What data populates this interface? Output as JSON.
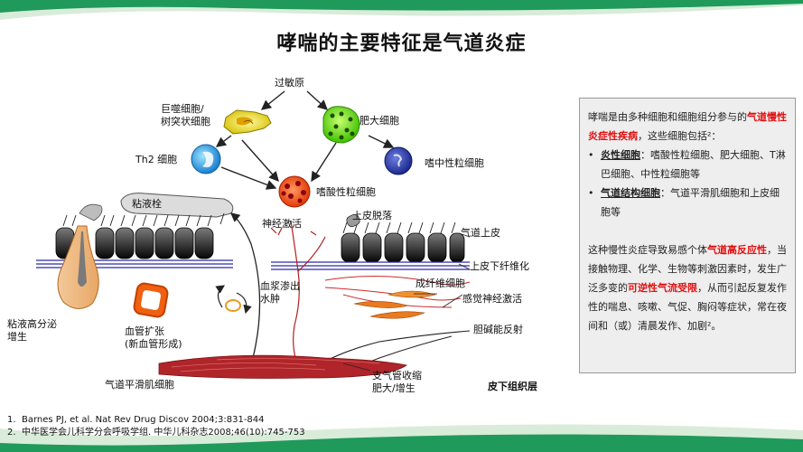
{
  "title": "哮喘的主要特征是气道炎症",
  "diagram": {
    "allergen": "过敏原",
    "macrophage": "巨噬细胞/\n树突状细胞",
    "mast_cell": "肥大细胞",
    "th2": "Th2 细胞",
    "neutrophil": "嗜中性粒细胞",
    "eosinophil": "嗜酸性粒细胞",
    "mucus_plug": "粘液栓",
    "nerve_activation": "神经激活",
    "epithelial_shedding": "上皮脱落",
    "airway_epithelium": "气道上皮",
    "subepithelial_fibrosis": "上皮下纤维化",
    "plasma_exudation": "血浆渗出\n水肿",
    "fibroblast": "成纤维细胞",
    "sensory_nerve": "感觉神经激活",
    "gland_hyperplasia": "粘液高分泌\n增生",
    "vasodilation": "血管扩张\n(新血管形成)",
    "cholinergic_reflex": "胆碱能反射",
    "smooth_muscle": "气道平滑肌细胞",
    "bronchoconstriction": "支气管收缩\n肥大/增生",
    "submucosa": "皮下组织层"
  },
  "side_panel": {
    "intro_1": "哮喘是由多种细胞和细胞组分参与的",
    "intro_2_red": "气道慢性炎症性疾病",
    "intro_2_rest": "，这些细胞包括²：",
    "b1_label": "炎性细胞",
    "b1_text": "：嗜酸性粒细胞、肥大细胞、T淋巴细胞、中性粒细胞等",
    "b2_label": "气道结构细胞",
    "b2_text": "：气道平滑肌细胞和上皮细胞等",
    "p2_a": "这种慢性炎症导致易感个体",
    "p2_b_red": "气道高反应性",
    "p2_c": "，当接触物理、化学、生物等刺激因素时，发生广泛多变的",
    "p2_d_red": "可逆性气流受限",
    "p2_e": "，从而引起反复发作性的喘息、咳嗽、气促、胸闷等症状，常在夜间和（或）清晨发作、加剧²。"
  },
  "references": [
    {
      "num": "1.",
      "text": "Barnes PJ, et al. Nat Rev Drug Discov 2004;3:831-844"
    },
    {
      "num": "2.",
      "text": "中华医学会儿科学分会呼吸学组. 中华儿科杂志2008;46(10):745-753"
    }
  ],
  "colors": {
    "band_green": "#1f9a5a",
    "band_light": "#d9ecd9",
    "emphasis_red": "#e01010"
  }
}
